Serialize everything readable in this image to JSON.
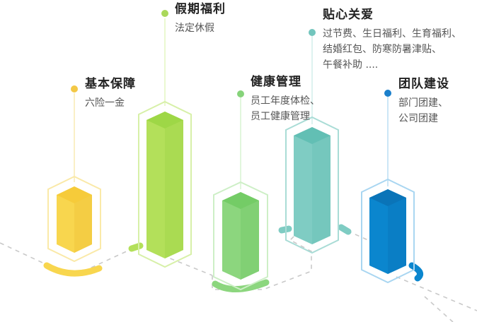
{
  "benefits": [
    {
      "title": "基本保障",
      "lines": [
        "六险一金"
      ],
      "color": "#F8D64E",
      "light": "#FBE9A8",
      "dot": "#F3C846"
    },
    {
      "title": "假期福利",
      "lines": [
        "法定休假"
      ],
      "color": "#B3E05A",
      "light": "#DDF3B0",
      "dot": "#AAD85A"
    },
    {
      "title": "健康管理",
      "lines": [
        "员工年度体检、",
        "员工健康管理"
      ],
      "color": "#8CD67E",
      "light": "#CDEFC6",
      "dot": "#86D37A"
    },
    {
      "title": "贴心关爱",
      "lines": [
        "过节费、生日福利、生育福利、",
        "结婚红包、防寒防暑津贴、",
        "午餐补助 ...."
      ],
      "color": "#7FCCC3",
      "light": "#C6EAE6",
      "dot": "#72C5BD"
    },
    {
      "title": "团队建设",
      "lines": [
        "部门团建、",
        "公司团建"
      ],
      "color": "#0B86CE",
      "light": "#A9D6F1",
      "dot": "#1A7FCB"
    }
  ]
}
